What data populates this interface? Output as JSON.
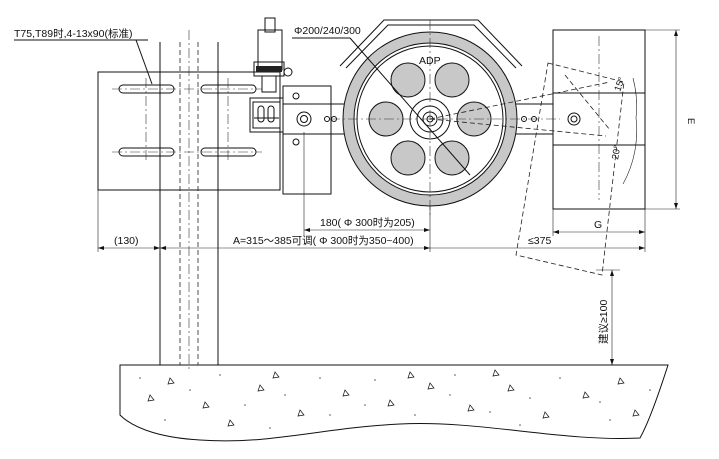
{
  "labels": {
    "rail_note": "T75,T89时,4-13x90(标准)",
    "wheel_diameters": "Φ200/240/300",
    "adp": "ADP",
    "dim_130": "(130)",
    "dim_180": "180( Φ 300时为205)",
    "dim_A": "A=315～385可调( Φ 300时为350~400)",
    "dim_375": "≤375",
    "dim_G": "G",
    "dim_E": "E",
    "angle_15": "15°",
    "angle_20": "20°",
    "suggest_100": "建议≥100"
  },
  "colors": {
    "line": "#111111",
    "wheel_fill": "#c8c8c8",
    "ground_fill": "#ffffff"
  }
}
